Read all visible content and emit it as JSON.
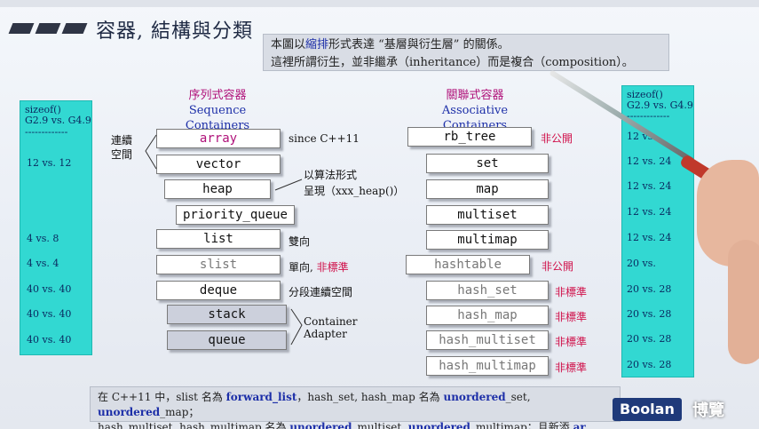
{
  "title": "容器, 結構與分類",
  "note": {
    "line1_pre": "本圖以",
    "line1_hl": "縮排",
    "line1_post": "形式表達 “基層與衍生層” 的關係。",
    "line2": "這裡所謂衍生，並非繼承（inheritance）而是複合（composition）。"
  },
  "left_panel": {
    "head": [
      "sizeof()",
      "G2.9 vs. G4.9",
      "-------------"
    ],
    "items": [
      "12 vs. 12",
      "4 vs. 8",
      "4 vs. 4",
      "40 vs. 40",
      "40 vs. 40",
      "40 vs. 40"
    ]
  },
  "right_panel": {
    "head": [
      "sizeof()",
      "G2.9 vs. G4.9",
      "-------------"
    ],
    "items": [
      "12 vs.",
      "12 vs. 24",
      "12 vs. 24",
      "12 vs. 24",
      "12 vs. 24",
      "20 vs.",
      "20 vs. 28",
      "20 vs. 28",
      "20 vs. 28",
      "20 vs. 28"
    ]
  },
  "sequence": {
    "heading_zh": "序列式容器",
    "heading_en": "Sequence Containers",
    "boxes": [
      "array",
      "vector",
      "heap",
      "priority_queue",
      "list",
      "slist",
      "deque",
      "stack",
      "queue"
    ],
    "labels": {
      "contiguous": "連續\n空間",
      "array_since": "since C++11",
      "heap_note_1": "以算法形式",
      "heap_note_2": "呈現（xxx_heap()）",
      "list": "雙向",
      "slist": "單向,",
      "slist_red": "非標準",
      "deque": "分段連續空間",
      "adapter": "Container\nAdapter"
    }
  },
  "associative": {
    "heading_zh": "關聯式容器",
    "heading_en": "Associative Containers",
    "boxes": [
      "rb_tree",
      "set",
      "map",
      "multiset",
      "multimap",
      "hashtable",
      "hash_set",
      "hash_map",
      "hash_multiset",
      "hash_multimap"
    ],
    "labels": [
      "非公開",
      "非公開",
      "非標準",
      "非標準",
      "非標準",
      "非標準"
    ]
  },
  "bottom": {
    "t1": "在 C++11 中，slist 名為 ",
    "b1": "forward_list",
    "t2": "，hash_set, hash_map 名為 ",
    "b2": "unordered",
    "t3": "_set, ",
    "b3": "unordered",
    "t4": "_map；",
    "t5": "hash_multiset, hash_multimap 名為 ",
    "b4": "unordered",
    "t6": "_multiset, ",
    "b5": "unordered",
    "t7": "_multimap；且新添 ",
    "b6": "ar"
  },
  "logo": {
    "text": "Boolan",
    "zh": "博覽"
  }
}
